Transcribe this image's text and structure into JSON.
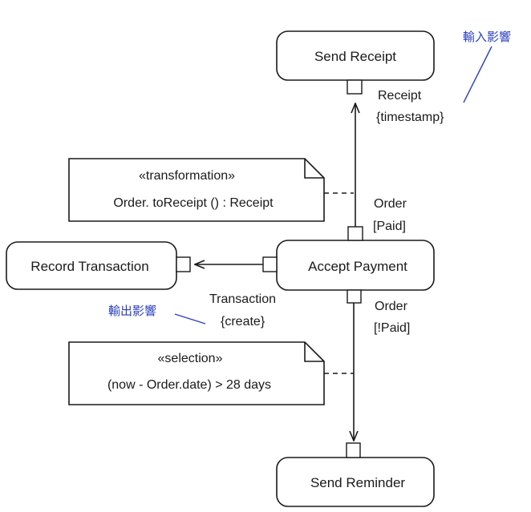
{
  "actions": {
    "send_receipt": "Send Receipt",
    "accept_payment": "Accept Payment",
    "record_transaction": "Record Transaction",
    "send_reminder": "Send Reminder"
  },
  "pins": {
    "receipt_name": "Receipt",
    "receipt_prop": "{timestamp}",
    "order_paid_name": "Order",
    "order_paid_state": "[Paid]",
    "order_unpaid_name": "Order",
    "order_unpaid_state": "[!Paid]",
    "transaction_name": "Transaction",
    "transaction_prop": "{create}"
  },
  "notes": {
    "transformation_stereotype": "«transformation»",
    "transformation_body": "Order. toReceipt () : Receipt",
    "selection_stereotype": "«selection»",
    "selection_body": "(now - Order.date) > 28 days"
  },
  "annotations": {
    "input_effect": "輸入影響",
    "output_effect": "輸出影響"
  }
}
